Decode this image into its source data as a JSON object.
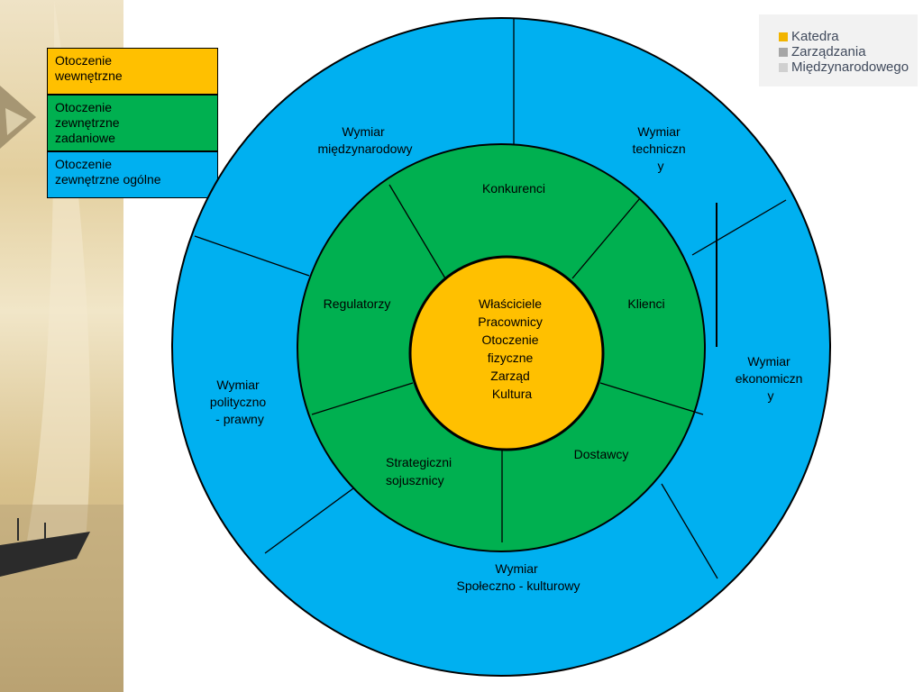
{
  "legend": {
    "internal": [
      "Otoczenie",
      "wewnętrzne"
    ],
    "task": [
      "Otoczenie",
      "zewnętrzne",
      "zadaniowe"
    ],
    "general": [
      "Otoczenie",
      "zewnętrzne  ogólne"
    ]
  },
  "logo": {
    "lines": [
      "Katedra",
      "Zarządzania",
      "Międzynarodowego"
    ]
  },
  "outer_ring": {
    "miedzynarodowy": [
      "Wymiar",
      "międzynarodowy"
    ],
    "techniczny": [
      "Wymiar",
      "techniczn",
      "y"
    ],
    "ekonomiczny": [
      "Wymiar",
      "ekonomiczn",
      "y"
    ],
    "spoleczno": [
      "Wymiar",
      "Społeczno - kulturowy"
    ],
    "polityczno": [
      "Wymiar",
      "polityczno",
      "- prawny"
    ]
  },
  "middle_ring": {
    "konkurenci": "Konkurenci",
    "klienci": "Klienci",
    "dostawcy": "Dostawcy",
    "sojusznicy": [
      "Strategiczni",
      "sojusznicy"
    ],
    "regulatorzy": "Regulatorzy"
  },
  "core": [
    "Właściciele",
    "Pracownicy",
    "Otoczenie",
    "fizyczne",
    "Zarząd",
    "Kultura"
  ],
  "colors": {
    "internal": "#ffc000",
    "task": "#00b050",
    "general": "#00b0f0"
  }
}
